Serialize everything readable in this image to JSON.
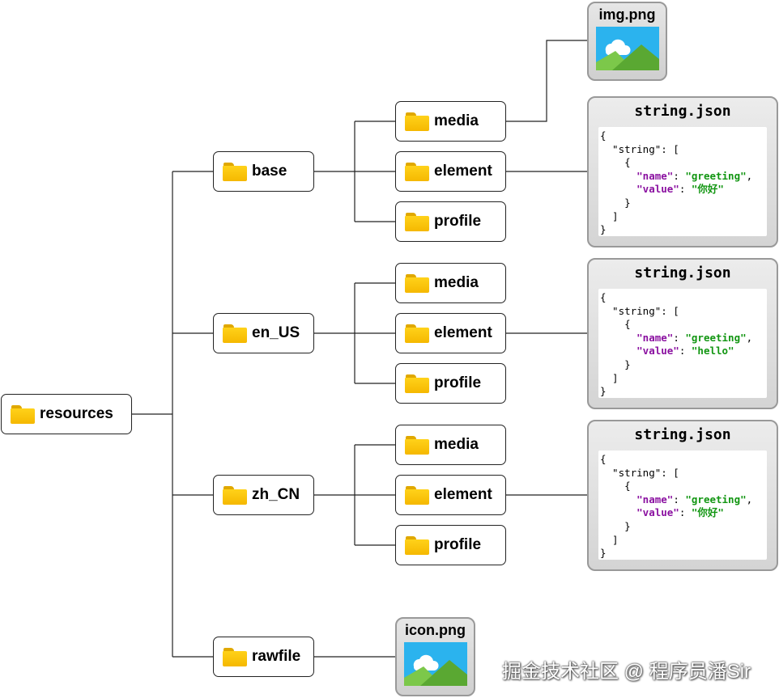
{
  "tree": {
    "root": "resources",
    "base": "base",
    "en_us": "en_US",
    "zh_cn": "zh_CN",
    "rawfile": "rawfile",
    "media": "media",
    "element": "element",
    "profile": "profile"
  },
  "images": {
    "img": "img.png",
    "icon": "icon.png"
  },
  "json_files": [
    {
      "title": "string.json",
      "lines": [
        [
          [
            "p",
            "{"
          ]
        ],
        [
          [
            "p",
            "  \"string\": ["
          ]
        ],
        [
          [
            "p",
            "    {"
          ]
        ],
        [
          [
            "p",
            "      "
          ],
          [
            "k",
            "\"name\""
          ],
          [
            "p",
            ": "
          ],
          [
            "s",
            "\"greeting\""
          ],
          [
            "p",
            ","
          ]
        ],
        [
          [
            "p",
            "      "
          ],
          [
            "k",
            "\"value\""
          ],
          [
            "p",
            ": "
          ],
          [
            "s",
            "\"你好\""
          ]
        ],
        [
          [
            "p",
            "    }"
          ]
        ],
        [
          [
            "p",
            "  ]"
          ]
        ],
        [
          [
            "p",
            "}"
          ]
        ]
      ]
    },
    {
      "title": "string.json",
      "lines": [
        [
          [
            "p",
            "{"
          ]
        ],
        [
          [
            "p",
            "  \"string\": ["
          ]
        ],
        [
          [
            "p",
            "    {"
          ]
        ],
        [
          [
            "p",
            "      "
          ],
          [
            "k",
            "\"name\""
          ],
          [
            "p",
            ": "
          ],
          [
            "s",
            "\"greeting\""
          ],
          [
            "p",
            ","
          ]
        ],
        [
          [
            "p",
            "      "
          ],
          [
            "k",
            "\"value\""
          ],
          [
            "p",
            ": "
          ],
          [
            "s",
            "\"hello\""
          ]
        ],
        [
          [
            "p",
            "    }"
          ]
        ],
        [
          [
            "p",
            "  ]"
          ]
        ],
        [
          [
            "p",
            "}"
          ]
        ]
      ]
    },
    {
      "title": "string.json",
      "lines": [
        [
          [
            "p",
            "{"
          ]
        ],
        [
          [
            "p",
            "  \"string\": ["
          ]
        ],
        [
          [
            "p",
            "    {"
          ]
        ],
        [
          [
            "p",
            "      "
          ],
          [
            "k",
            "\"name\""
          ],
          [
            "p",
            ": "
          ],
          [
            "s",
            "\"greeting\""
          ],
          [
            "p",
            ","
          ]
        ],
        [
          [
            "p",
            "      "
          ],
          [
            "k",
            "\"value\""
          ],
          [
            "p",
            ": "
          ],
          [
            "s",
            "\"你好\""
          ]
        ],
        [
          [
            "p",
            "    }"
          ]
        ],
        [
          [
            "p",
            "  ]"
          ]
        ],
        [
          [
            "p",
            "}"
          ]
        ]
      ]
    }
  ],
  "watermark": "掘金技术社区 @ 程序员潘Sir"
}
